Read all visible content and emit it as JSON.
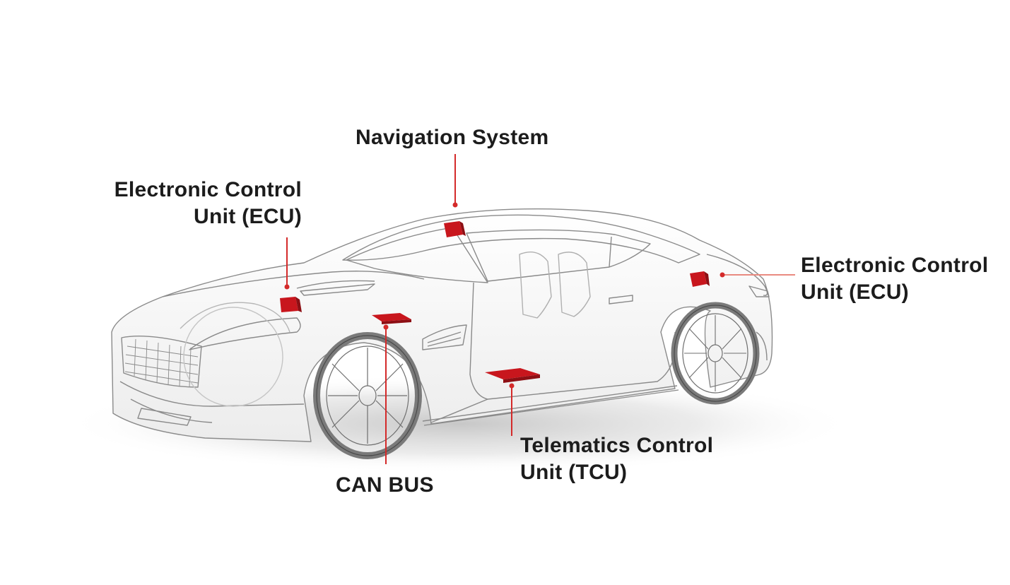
{
  "callouts": {
    "navigation": {
      "line1": "Navigation System"
    },
    "ecu_left": {
      "line1": "Electronic Control",
      "line2": "Unit (ECU)"
    },
    "ecu_right": {
      "line1": "Electronic Control",
      "line2": "Unit (ECU)"
    },
    "can_bus": {
      "line1": "CAN BUS"
    },
    "tcu": {
      "line1": "Telematics Control",
      "line2": "Unit (TCU)"
    }
  },
  "colors": {
    "component_red": "#c8161d",
    "leader_line": "#d42a2a",
    "leader_line_right": "#e98a80",
    "outline": "#8a8a8a",
    "text": "#1c1c1c"
  }
}
